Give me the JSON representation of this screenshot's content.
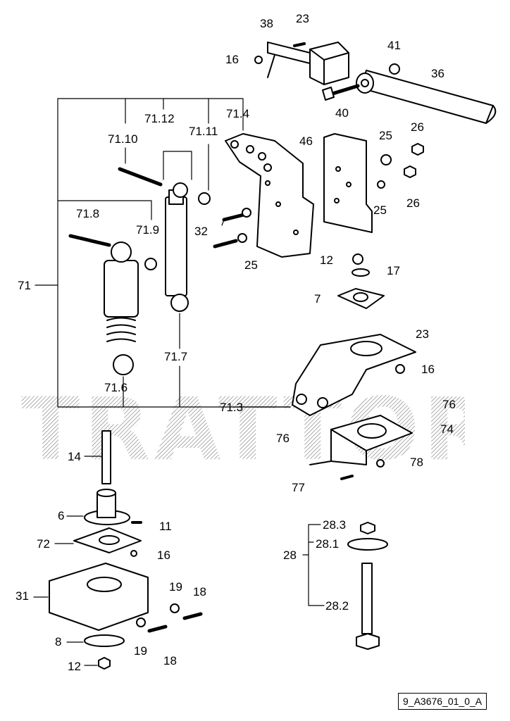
{
  "watermark": {
    "text": "TRATTORI.IT"
  },
  "drawing_code": "9_A3676_01_0_A",
  "labels": {
    "l38": "38",
    "l23a": "23",
    "l41": "41",
    "l16a": "16",
    "l36": "36",
    "l40": "40",
    "l7111": "71.11",
    "l7112": "71.12",
    "l714": "71.4",
    "l7110": "71.10",
    "l46": "46",
    "l25a": "25",
    "l26a": "26",
    "l26b": "26",
    "l25b": "25",
    "l718": "71.8",
    "l719": "71.9",
    "l32": "32",
    "l25c": "25",
    "l71": "71",
    "l12a": "12",
    "l17": "17",
    "l7": "7",
    "l23b": "23",
    "l16b": "16",
    "l717": "71.7",
    "l716": "71.6",
    "l713": "71.3",
    "l76a": "76",
    "l74": "74",
    "l76b": "76",
    "l78": "78",
    "l77": "77",
    "l14": "14",
    "l6": "6",
    "l11": "11",
    "l72": "72",
    "l16c": "16",
    "l283": "28.3",
    "l281": "28.1",
    "l28": "28",
    "l282": "28.2",
    "l31": "31",
    "l19a": "19",
    "l18a": "18",
    "l8": "8",
    "l19b": "19",
    "l18b": "18",
    "l12b": "12"
  }
}
